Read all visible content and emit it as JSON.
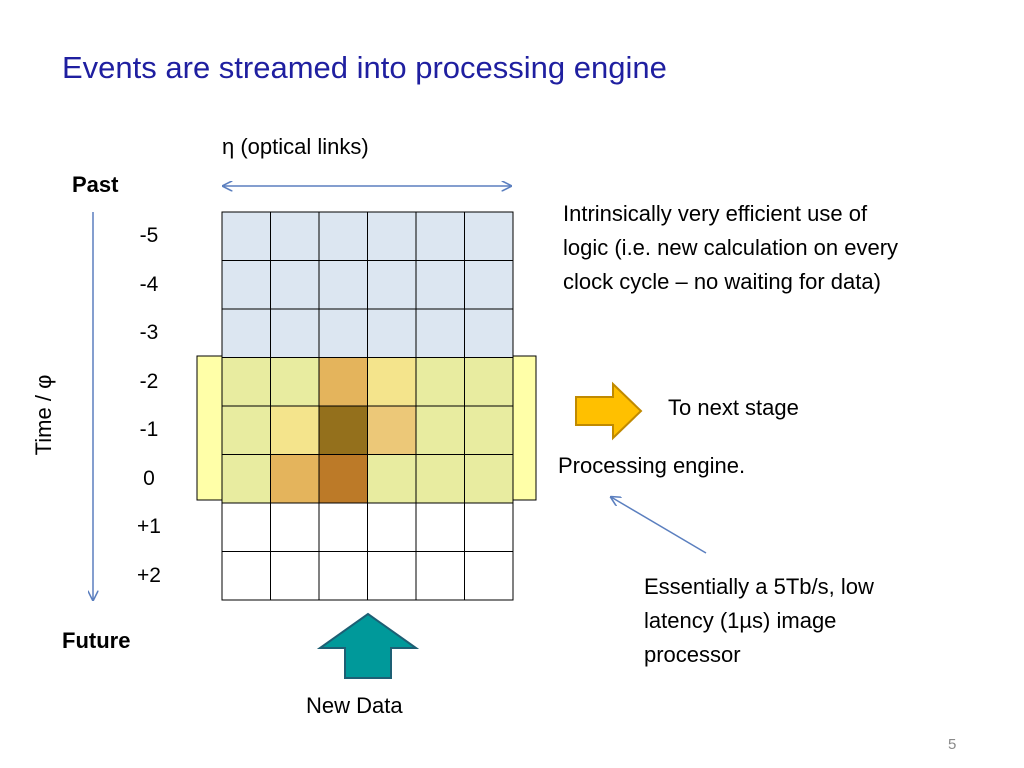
{
  "title": "Events are streamed into processing engine",
  "eta_label": "η (optical links)",
  "past_label": "Past",
  "future_label": "Future",
  "time_label": "Time / φ",
  "row_labels": [
    "-5",
    "-4",
    "-3",
    "-2",
    "-1",
    "0",
    "+1",
    "+2"
  ],
  "efficiency_note": [
    "Intrinsically very efficient use of",
    "logic (i.e. new calculation on every",
    "clock cycle – no waiting for data)"
  ],
  "next_stage_label": "To next stage",
  "engine_label": "Processing engine.",
  "processor_note": [
    "Essentially a 5Tb/s, low",
    "latency (1µs) image",
    "processor"
  ],
  "new_data_label": "New Data",
  "page_number": "5",
  "colors": {
    "title": "#1f1fa0",
    "past_cell": "#dce6f1",
    "engine_band": "#ffffa8",
    "engine_cell": "#e8eca0",
    "hot_light": "#f4e48c",
    "hot_mid": "#ecc878",
    "hot_warm": "#e4b45c",
    "hot_strong": "#bc7a28",
    "hot_peak": "#94701c",
    "next_arrow": "#ffc000",
    "new_data_arrow": "#00999a",
    "axis_arrow": "#5b7fbf"
  },
  "grid": {
    "rows": 8,
    "cols": 6,
    "cells": [
      [
        "past",
        "past",
        "past",
        "past",
        "past",
        "past"
      ],
      [
        "past",
        "past",
        "past",
        "past",
        "past",
        "past"
      ],
      [
        "past",
        "past",
        "past",
        "past",
        "past",
        "past"
      ],
      [
        "engine",
        "engine",
        "hot_warm",
        "hot_light",
        "engine",
        "engine"
      ],
      [
        "engine",
        "hot_light",
        "hot_peak",
        "hot_mid",
        "engine",
        "engine"
      ],
      [
        "engine",
        "hot_warm",
        "hot_strong",
        "engine",
        "engine",
        "engine"
      ],
      [
        "empty",
        "empty",
        "empty",
        "empty",
        "empty",
        "empty"
      ],
      [
        "empty",
        "empty",
        "empty",
        "empty",
        "empty",
        "empty"
      ]
    ]
  }
}
